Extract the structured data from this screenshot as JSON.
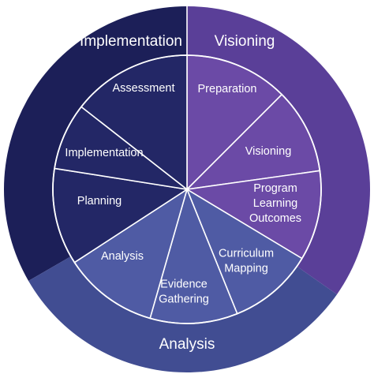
{
  "phases": [
    {
      "label": "Implementation",
      "color": "#1c1f58"
    },
    {
      "label": "Visioning",
      "color": "#5a3f98"
    },
    {
      "label": "Analysis",
      "color": "#414d92"
    }
  ],
  "steps": [
    {
      "lines": [
        "Preparation"
      ],
      "color": "#6b4aa6"
    },
    {
      "lines": [
        "Visioning"
      ],
      "color": "#6b4aa6"
    },
    {
      "lines": [
        "Program",
        "Learning",
        "Outcomes"
      ],
      "color": "#6b4aa6"
    },
    {
      "lines": [
        "Curriculum",
        "Mapping"
      ],
      "color": "#4f5ba4"
    },
    {
      "lines": [
        "Evidence",
        "Gathering"
      ],
      "color": "#4f5ba4"
    },
    {
      "lines": [
        "Analysis"
      ],
      "color": "#4f5ba4"
    },
    {
      "lines": [
        "Planning"
      ],
      "color": "#232766"
    },
    {
      "lines": [
        "Implementation"
      ],
      "color": "#232766"
    },
    {
      "lines": [
        "Assessment"
      ],
      "color": "#232766"
    }
  ],
  "divider_color": "#ffffff"
}
